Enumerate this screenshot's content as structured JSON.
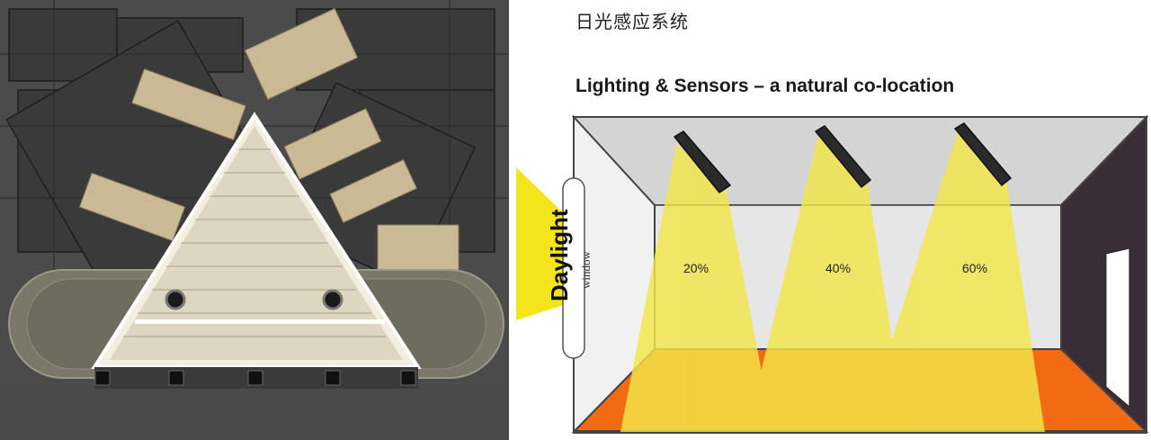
{
  "page_title": "日光感应系统",
  "diagram": {
    "title": "Lighting & Sensors – a natural co-location",
    "daylight_label": "Daylight",
    "window_label": "window",
    "zones": [
      {
        "label": "20%"
      },
      {
        "label": "40%"
      },
      {
        "label": "60%"
      }
    ]
  },
  "colors": {
    "daylight": "#f4e41c",
    "light_beam": "#f2e64a",
    "floor": "#f26a12",
    "ceiling": "#cfcfcf",
    "plan_background": "#4a4a4a",
    "atrium_glass": "#ddd6c0"
  },
  "plan": {
    "description_free": true
  }
}
